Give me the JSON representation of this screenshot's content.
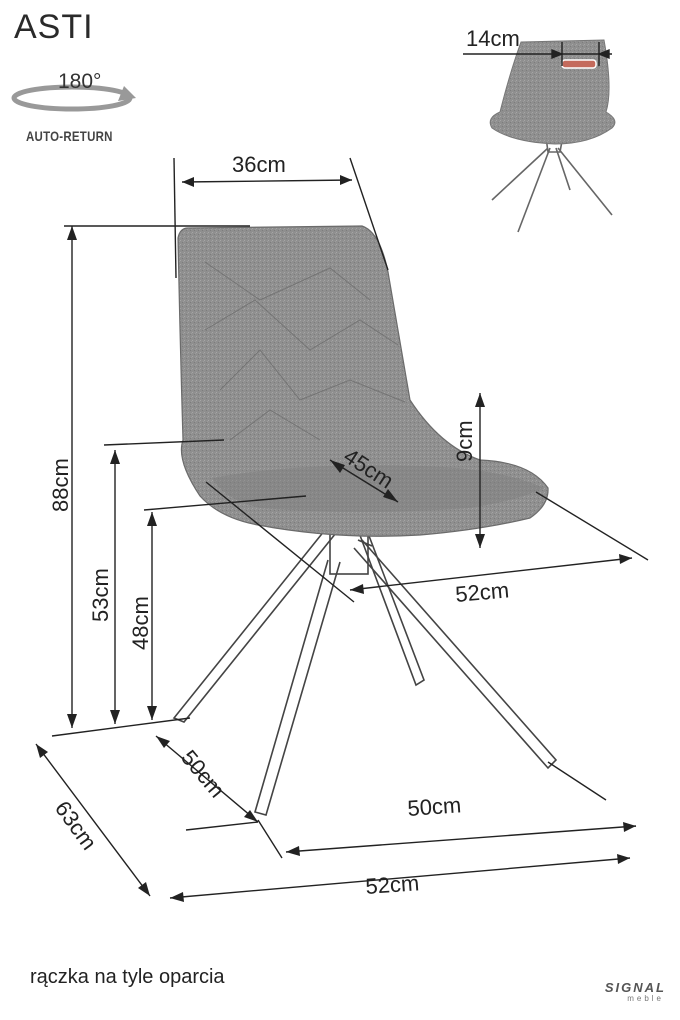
{
  "header": {
    "model_name": "ASTI",
    "rotation_label": "180°",
    "auto_return_label": "AUTO-RETURN"
  },
  "dimensions": {
    "handle_width": "14cm",
    "backrest_width": "36cm",
    "total_height": "88cm",
    "armrest_height": "53cm",
    "seat_height": "48cm",
    "seat_depth": "45cm",
    "armrest_depth": "9cm",
    "seat_width": "52cm",
    "base_depth_inner": "50cm",
    "base_width_inner": "50cm",
    "total_depth": "63cm",
    "total_width": "52cm"
  },
  "footer": {
    "caption": "rączka na tyle oparcia",
    "brand_name": "SIGNAL",
    "brand_sub": "meble"
  }
}
